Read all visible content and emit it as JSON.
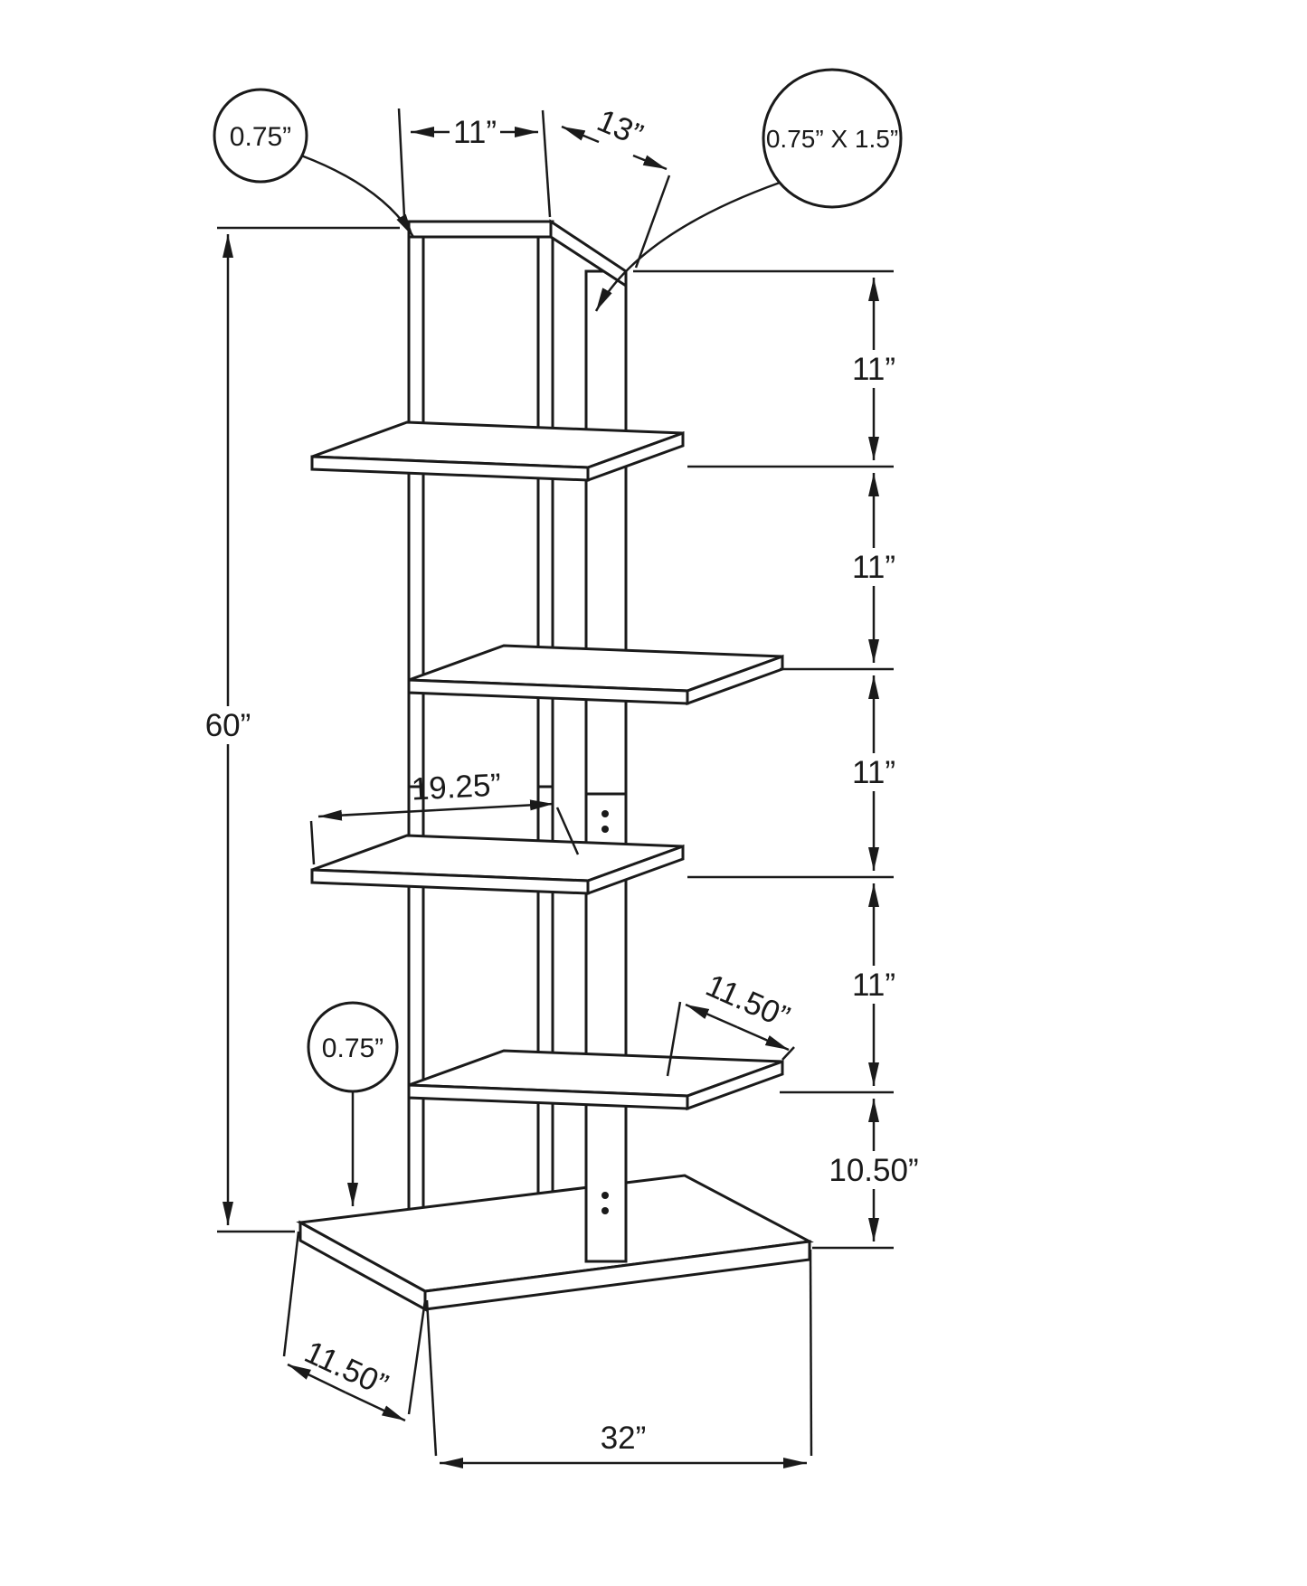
{
  "diagram": {
    "balloons": {
      "frame_thickness": "0.75”",
      "post_section": "0.75” X 1.5”",
      "shelf_thickness": "0.75”"
    },
    "dims": {
      "top_width": "11”",
      "top_depth": "13”",
      "overall_height": "60”",
      "shelf_width": "19.25”",
      "shelf_spacings": [
        "11”",
        "11”",
        "11”",
        "11”"
      ],
      "bottom_spacing": "10.50”",
      "shelf_depth": "11.50”",
      "base_depth": "11.50”",
      "base_width": "32”"
    }
  }
}
